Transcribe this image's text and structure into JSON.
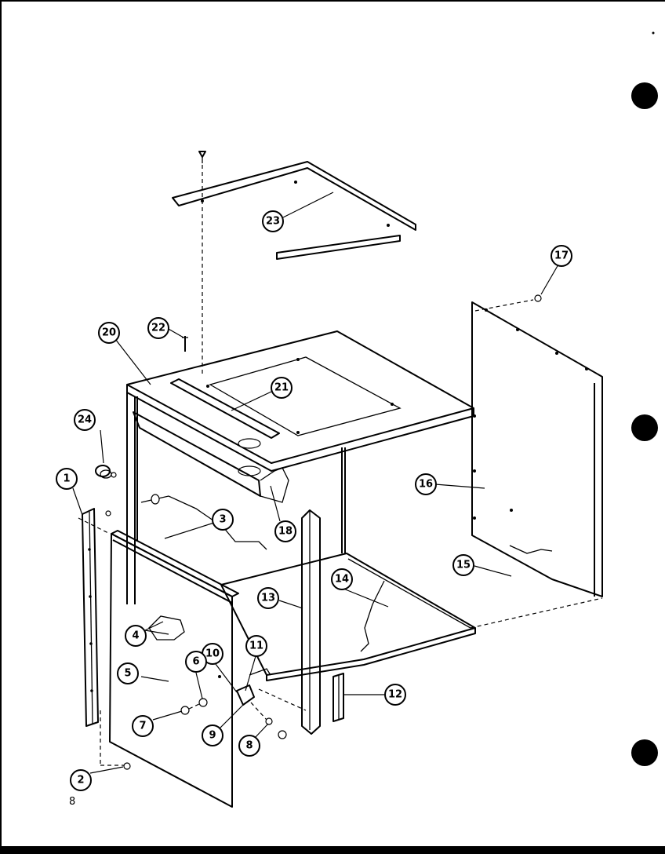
{
  "diagram": {
    "kind": "exploded-parts-view",
    "page_number": "8",
    "callouts": [
      {
        "id": "c1",
        "label": "1"
      },
      {
        "id": "c2",
        "label": "2"
      },
      {
        "id": "c3",
        "label": "3"
      },
      {
        "id": "c4",
        "label": "4"
      },
      {
        "id": "c5",
        "label": "5"
      },
      {
        "id": "c6",
        "label": "6"
      },
      {
        "id": "c7",
        "label": "7"
      },
      {
        "id": "c8",
        "label": "8"
      },
      {
        "id": "c9",
        "label": "9"
      },
      {
        "id": "c10",
        "label": "10"
      },
      {
        "id": "c11",
        "label": "11"
      },
      {
        "id": "c12",
        "label": "12"
      },
      {
        "id": "c13",
        "label": "13"
      },
      {
        "id": "c14",
        "label": "14"
      },
      {
        "id": "c15",
        "label": "15"
      },
      {
        "id": "c16",
        "label": "16"
      },
      {
        "id": "c17",
        "label": "17"
      },
      {
        "id": "c18",
        "label": "18"
      },
      {
        "id": "c20",
        "label": "20"
      },
      {
        "id": "c21",
        "label": "21"
      },
      {
        "id": "c22",
        "label": "22"
      },
      {
        "id": "c23",
        "label": "23"
      },
      {
        "id": "c24",
        "label": "24"
      }
    ]
  },
  "colors": {
    "ink": "#000000",
    "paper": "#ffffff"
  }
}
